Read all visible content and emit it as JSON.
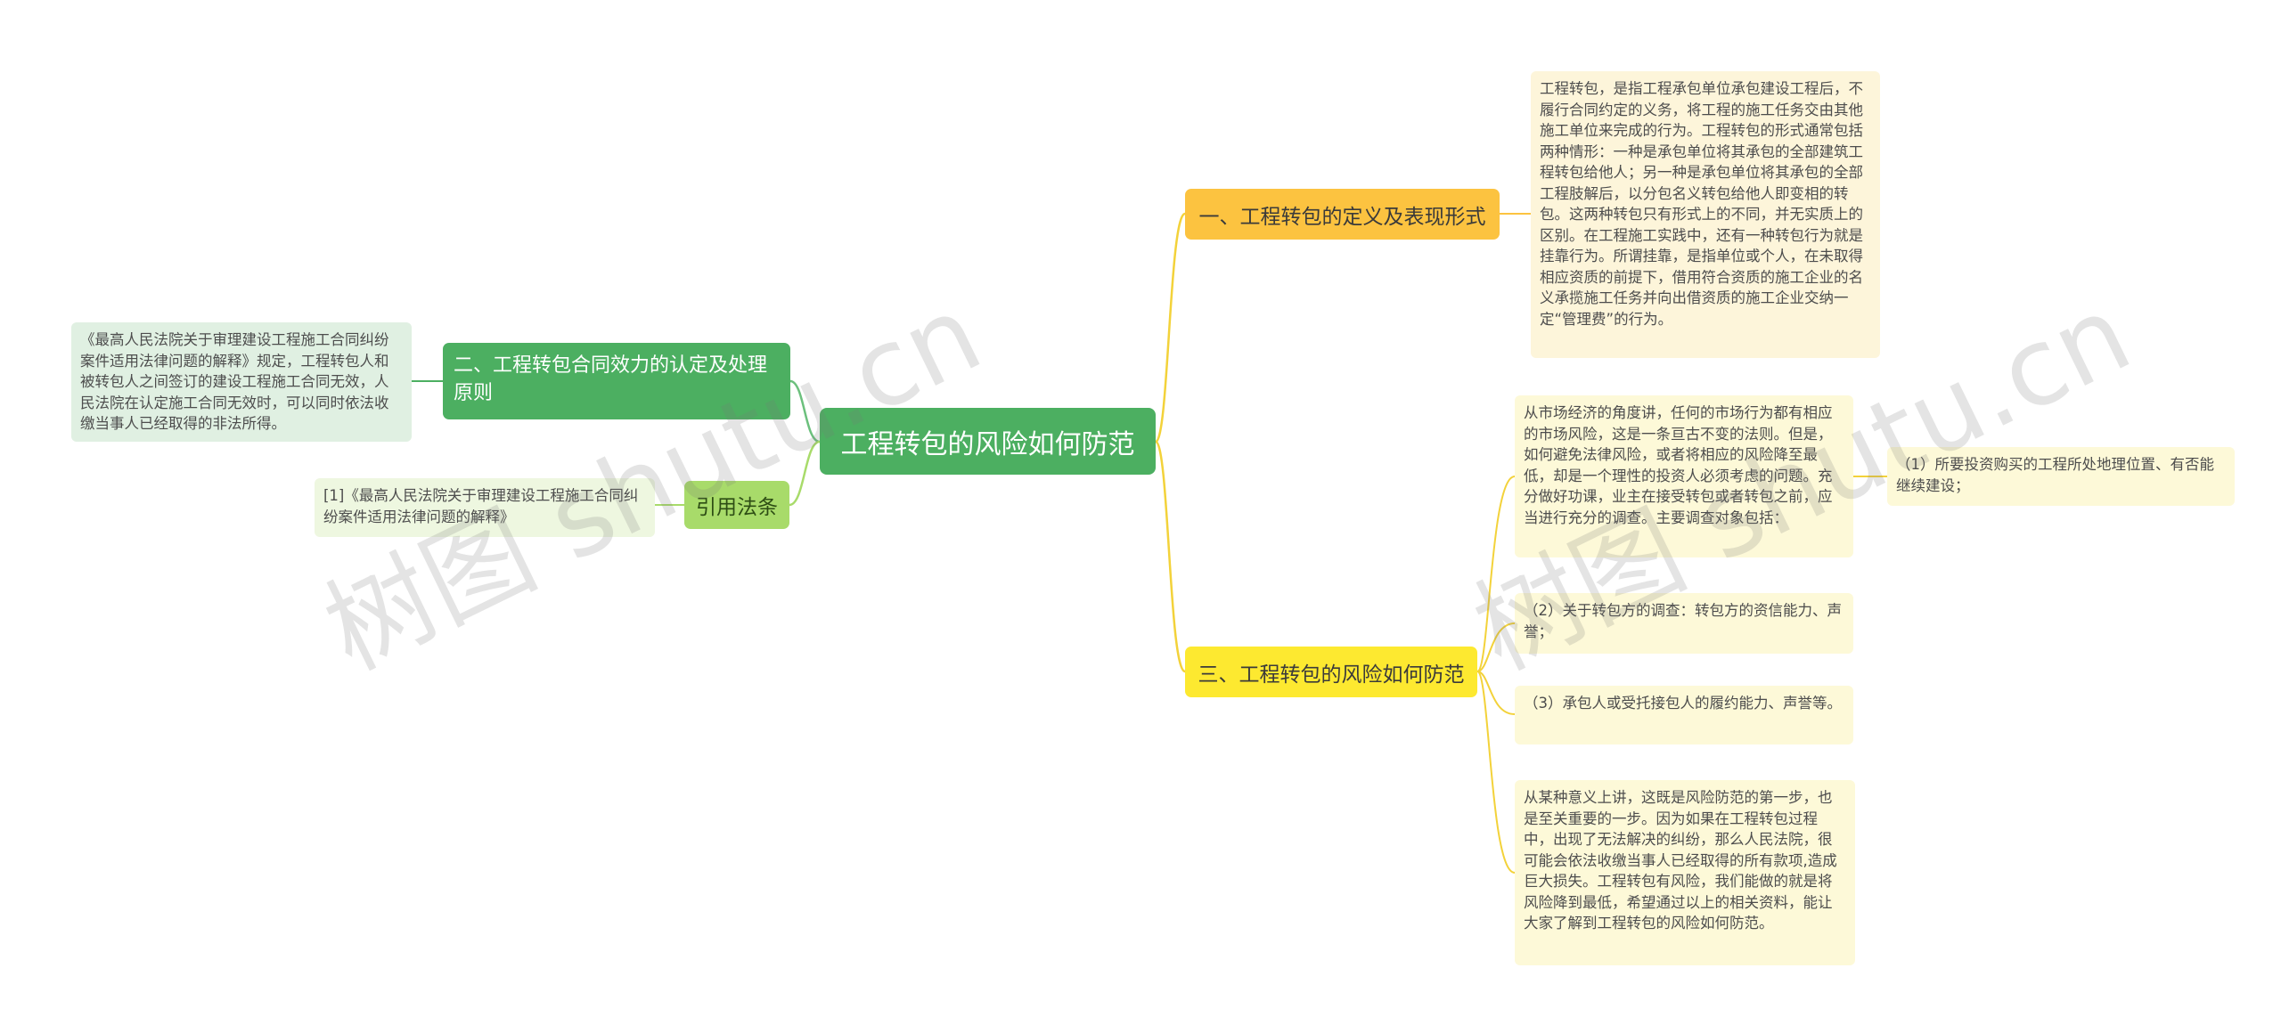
{
  "root": {
    "label": "工程转包的风险如何防范"
  },
  "branches": {
    "definition": {
      "label": "一、工程转包的定义及表现形式",
      "text": "工程转包，是指工程承包单位承包建设工程后，不履行合同约定的义务，将工程的施工任务交由其他施工单位来完成的行为。工程转包的形式通常包括两种情形：一种是承包单位将其承包的全部建筑工程转包给他人；另一种是承包单位将其承包的全部工程肢解后，以分包名义转包给他人即变相的转包。这两种转包只有形式上的不同，并无实质上的区别。在工程施工实践中，还有一种转包行为就是挂靠行为。所谓挂靠，是指单位或个人，在未取得相应资质的前提下，借用符合资质的施工企业的名义承揽施工任务并向出借资质的施工企业交纳一定“管理费”的行为。"
    },
    "validity": {
      "label": "二、工程转包合同效力的认定及处理原则",
      "text": "《最高人民法院关于审理建设工程施工合同纠纷案件适用法律问题的解释》规定，工程转包人和被转包人之间签订的建设工程施工合同无效，人民法院在认定施工合同无效时，可以同时依法收缴当事人已经取得的非法所得。"
    },
    "citation": {
      "label": "引用法条",
      "text": "[1]《最高人民法院关于审理建设工程施工合同纠纷案件适用法律问题的解释》"
    },
    "prevention": {
      "label": "三、工程转包的风险如何防范",
      "intro": "从市场经济的角度讲，任何的市场行为都有相应的市场风险，这是一条亘古不变的法则。但是，如何避免法律风险，或者将相应的风险降至最低，却是一个理性的投资人必须考虑的问题。充分做好功课，业主在接受转包或者转包之前，应当进行充分的调查。主要调查对象包括：",
      "item1": "（1）所要投资购买的工程所处地理位置、有否能继续建设；",
      "item2": "（2）关于转包方的调查：转包方的资信能力、声誉；",
      "item3": "（3）承包人或受托接包人的履约能力、声誉等。",
      "conclusion": "从某种意义上讲，这既是风险防范的第一步，也是至关重要的一步。因为如果在工程转包过程中，出现了无法解决的纠纷，那么人民法院，很可能会依法收缴当事人已经取得的所有款项,造成巨大损失。工程转包有风险，我们能做的就是将风险降到最低，希望通过以上的相关资料，能让大家了解到工程转包的风险如何防范。"
    }
  },
  "watermark": {
    "text": "树图 shutu.cn"
  },
  "colors": {
    "root": "#4caf61",
    "branch_definition": "#fcc340",
    "branch_prevention": "#fde930",
    "branch_validity": "#4caf61",
    "branch_citation": "#a8db6a",
    "link_yellow": "#f3d23a",
    "link_green": "#6cc07d"
  }
}
